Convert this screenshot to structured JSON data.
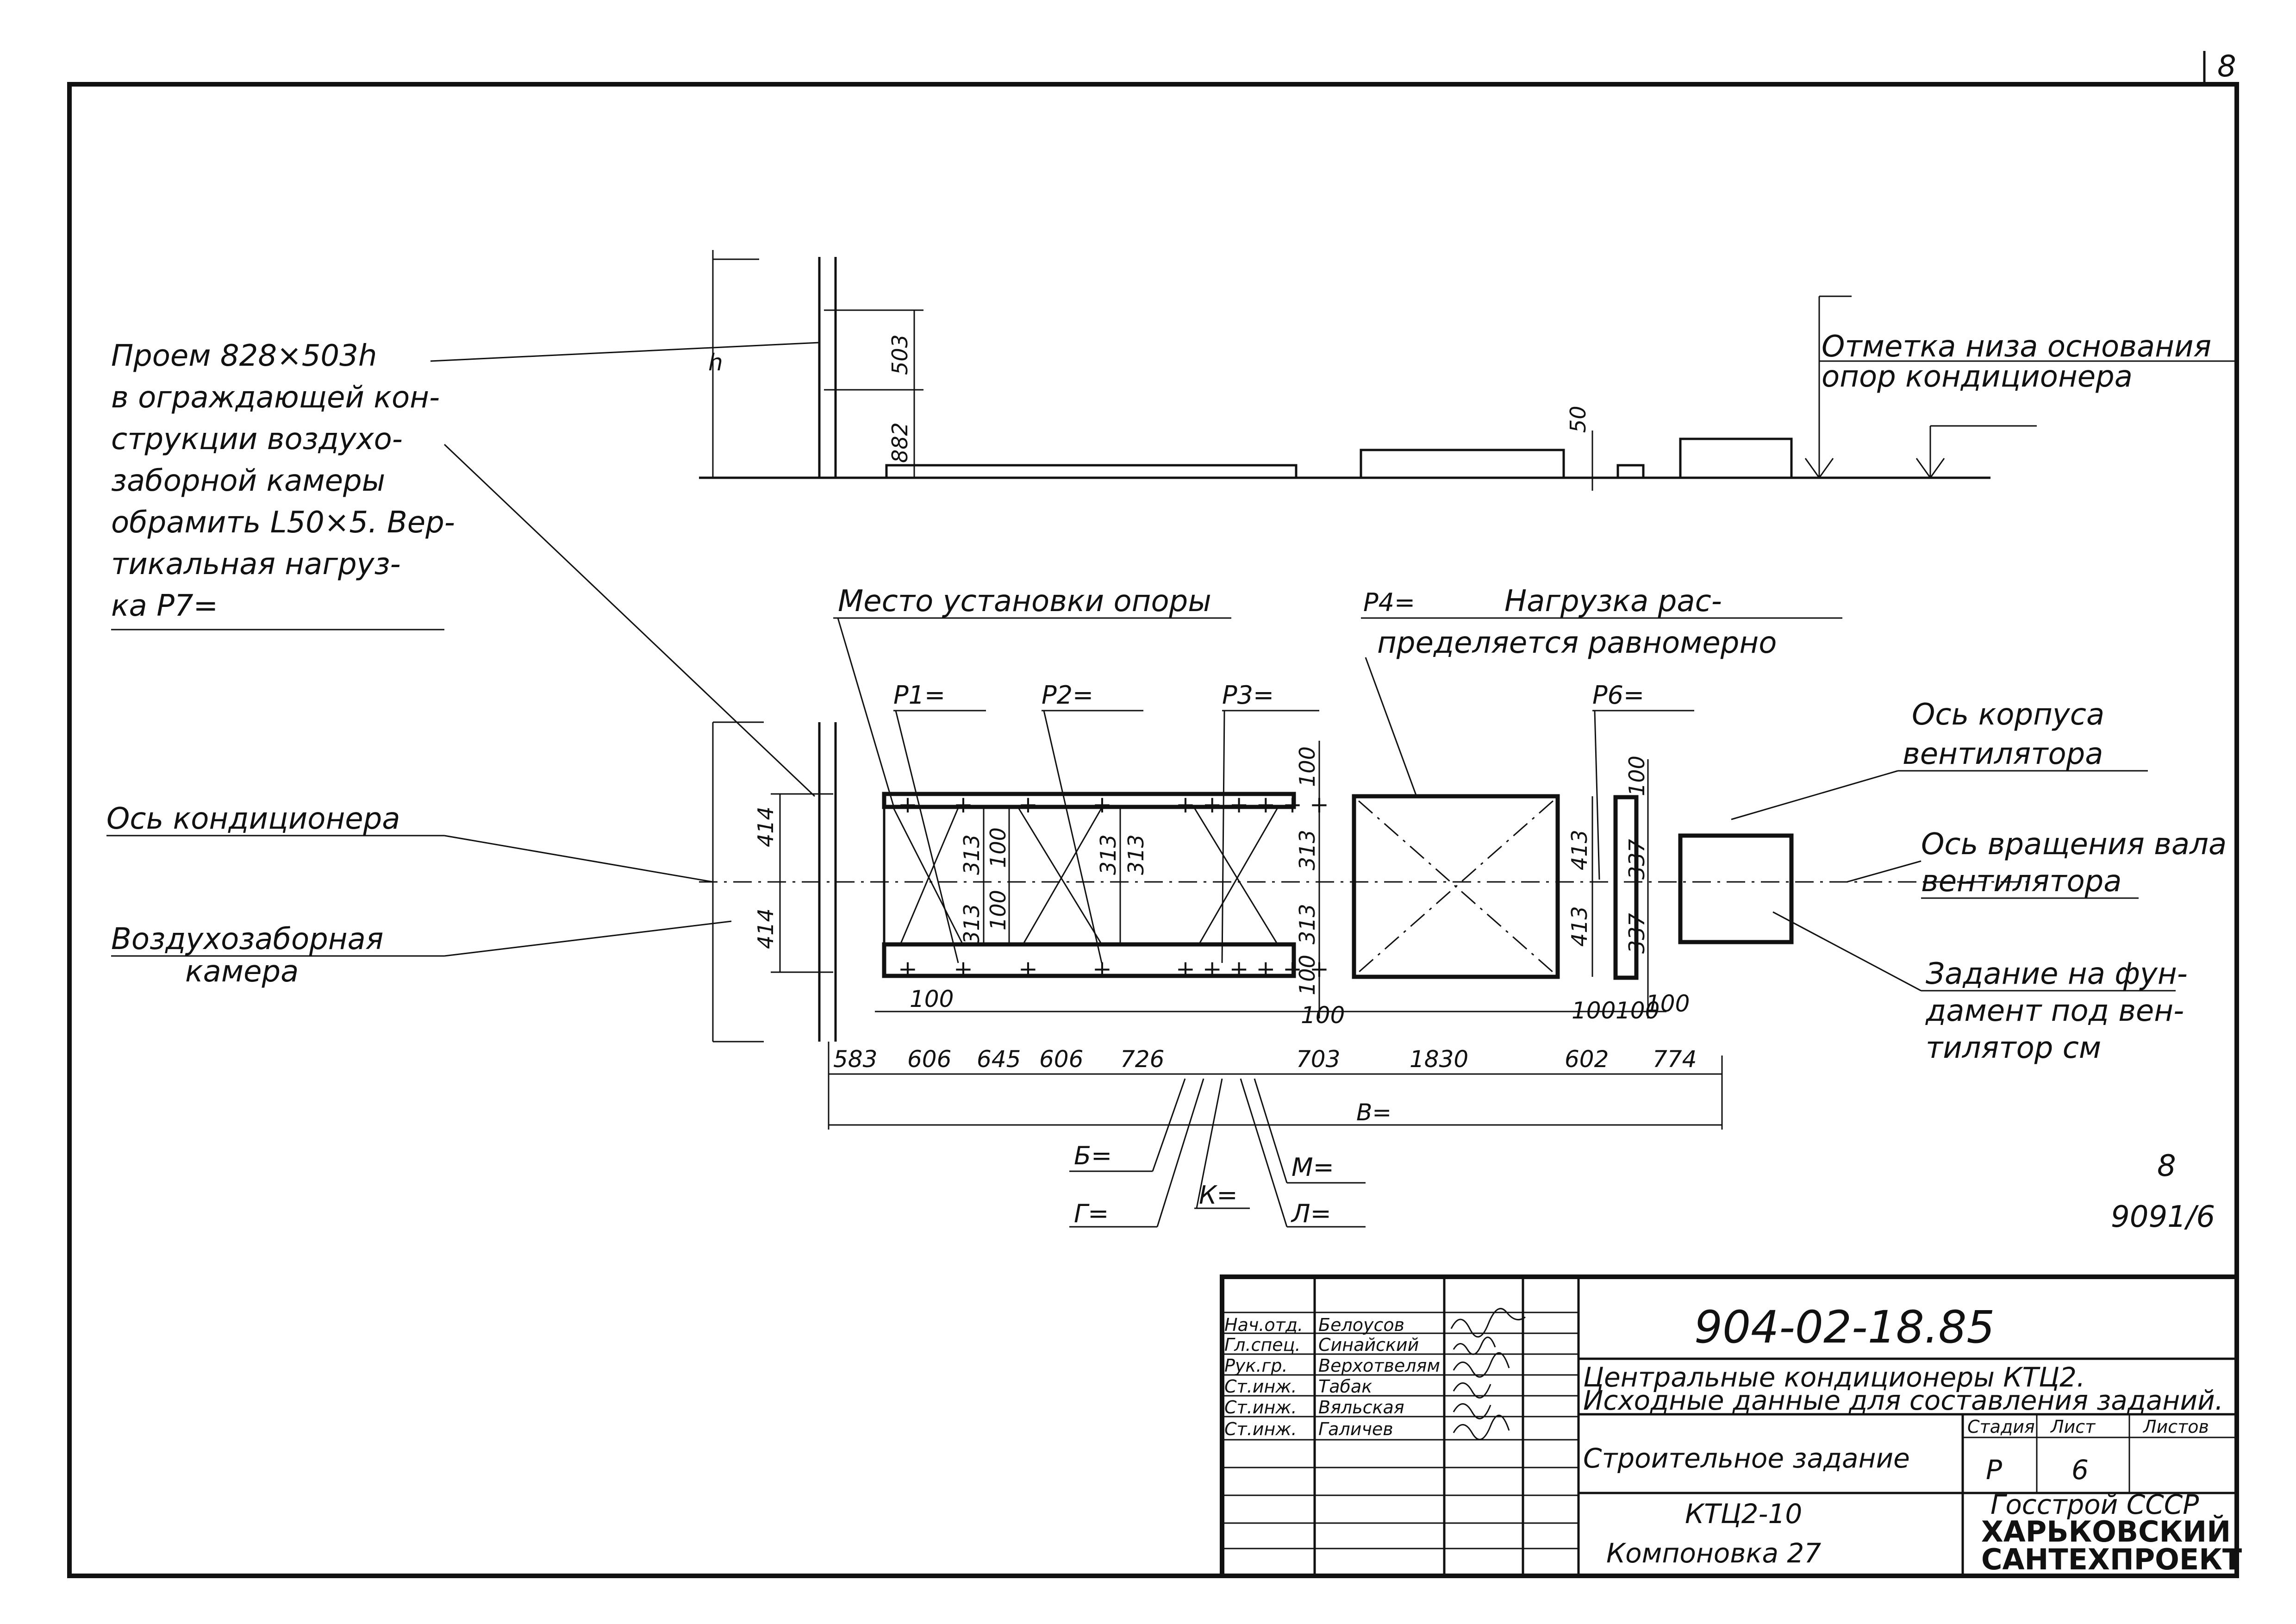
{
  "sheet": {
    "corner_number": "8",
    "side_number_top": "8",
    "side_number_bottom": "9091/6"
  },
  "notes": {
    "opening": [
      "Проем 828×503h",
      "в ограждающей кон-",
      "струкции воздухо-",
      "заборной камеры",
      "обрамить L50×5. Вер-",
      "тикальная нагруз-",
      "ка P7="
    ],
    "base_mark": [
      "Отметка низа основания",
      "опор кондиционера"
    ],
    "support_place": "Место установки опоры",
    "p4": [
      "P4=",
      "Нагрузка рас-",
      "пределяется равномерно"
    ],
    "axis_conditioner": "Ось кондиционера",
    "intake_chamber": [
      "Воздухозаборная",
      "камера"
    ],
    "fan_body_axis": [
      "Ось корпуса",
      "вентилятора"
    ],
    "fan_shaft_axis": [
      "Ось вращения вала",
      "вентилятора"
    ],
    "foundation_task": [
      "Задание на фун-",
      "дамент под вен-",
      "тилятор см"
    ]
  },
  "loads": {
    "p1": "P1=",
    "p2": "P2=",
    "p3": "P3=",
    "p6": "P6="
  },
  "elevation_dims": {
    "h882": "882",
    "h503": "503",
    "h50": "50",
    "h": "h"
  },
  "plan_dims": {
    "d414a": "414",
    "d414b": "414",
    "d313_1": "313",
    "d313_2": "313",
    "d100_1": "100",
    "d100_2": "100",
    "d313_3": "313",
    "d313_4": "313",
    "d100_top": "100",
    "d313_5": "313",
    "d313_6": "313",
    "d100_bot": "100",
    "d413a": "413",
    "d413b": "413",
    "d100_fan_top": "100",
    "d337a": "337",
    "d337b": "337",
    "d100_left": "100",
    "d100_mid": "100",
    "d100_r1": "100",
    "d100_r2": "100",
    "d100_r3": "100"
  },
  "bottom_dims": {
    "s583": "583",
    "s606a": "606",
    "s645": "645",
    "s606b": "606",
    "s726": "726",
    "s703": "703",
    "s1830": "1830",
    "s602": "602",
    "s774": "774",
    "total": "B="
  },
  "callouts": {
    "b": "Б=",
    "g": "Г=",
    "k": "К=",
    "m": "М=",
    "l": "Л="
  },
  "title_block": {
    "roles": [
      "Нач.отд.",
      "Гл.спец.",
      "Рук.гр.",
      "Ст.инж.",
      "Ст.инж.",
      "Ст.инж."
    ],
    "names": [
      "Белоусов",
      "Синайский",
      "Верхотвелям",
      "Табак",
      "Вяльская",
      "Галичев"
    ],
    "doc_code": "904-02-18.85",
    "title_line1": "Центральные кондиционеры КТЦ2.",
    "title_line2": "Исходные данные для составления заданий.",
    "sheet_title": "Строительное задание",
    "stage_head": "Стадия",
    "sheet_head": "Лист",
    "sheets_head": "Листов",
    "stage": "Р",
    "sheet": "6",
    "model": "КТЦ2-10",
    "layout": "Компоновка 27",
    "org1": "Госстрой СССР",
    "org2": "ХАРЬКОВСКИЙ",
    "org3": "САНТЕХПРОЕКТ"
  }
}
